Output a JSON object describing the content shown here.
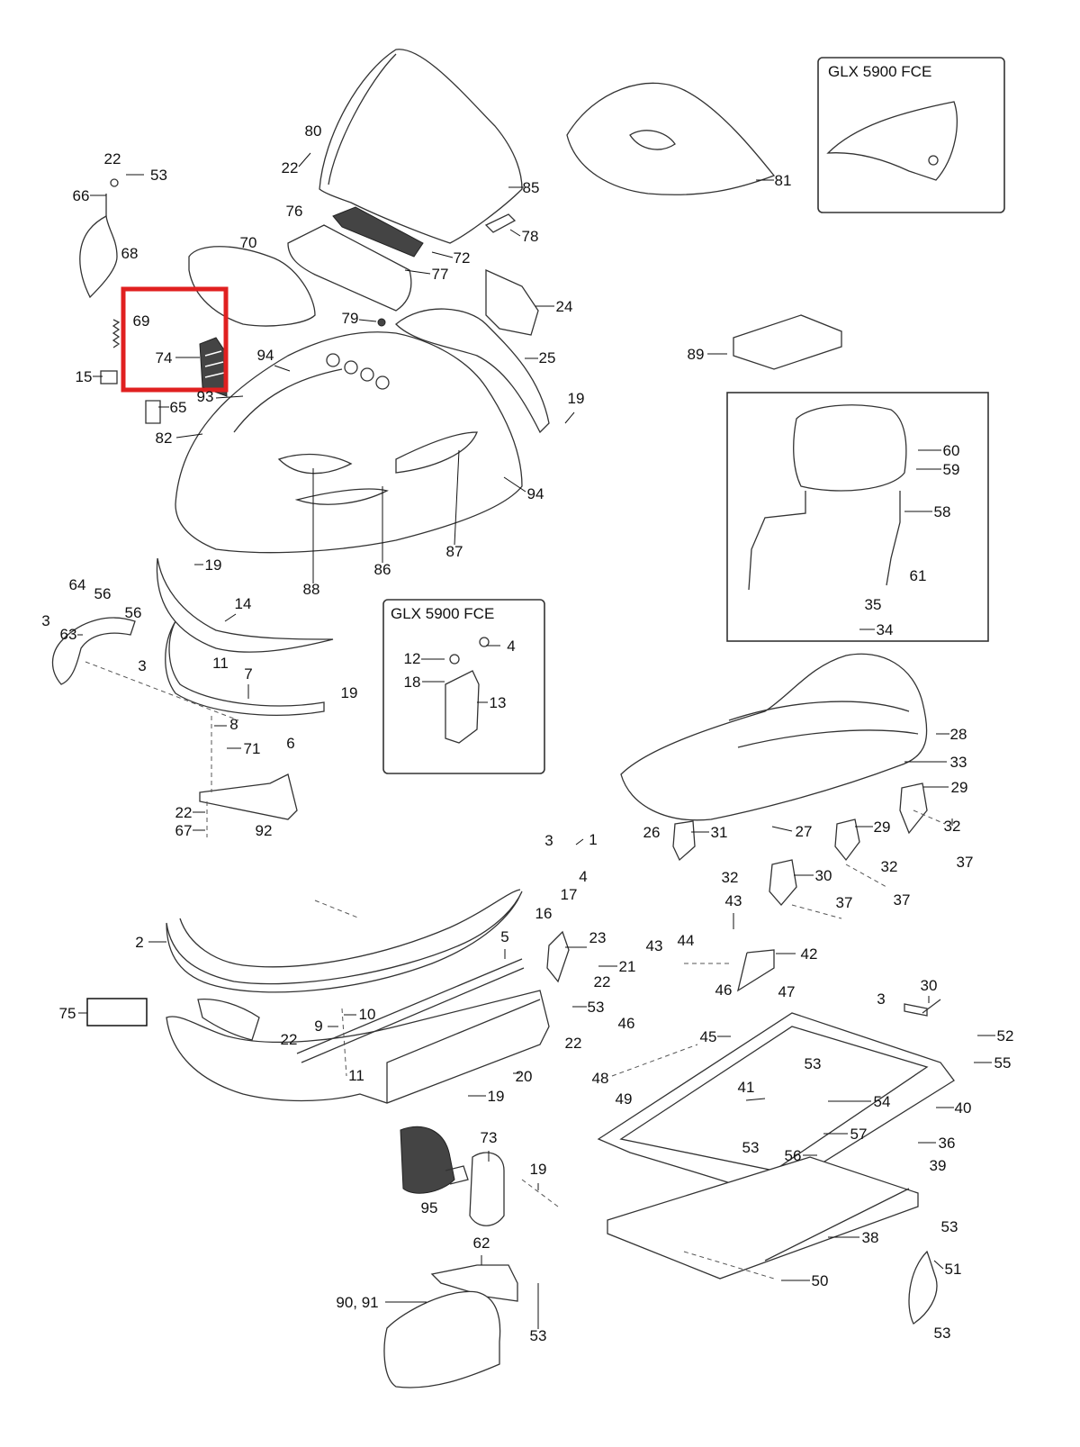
{
  "callouts": [
    {
      "label": "22"
    },
    {
      "label": "53"
    },
    {
      "label": "66"
    },
    {
      "label": "68"
    },
    {
      "label": "69"
    },
    {
      "label": "74"
    },
    {
      "label": "15"
    },
    {
      "label": "65"
    },
    {
      "label": "82"
    },
    {
      "label": "93"
    },
    {
      "label": "94"
    },
    {
      "label": "70"
    },
    {
      "label": "80"
    },
    {
      "label": "22"
    },
    {
      "label": "85"
    },
    {
      "label": "76"
    },
    {
      "label": "72"
    },
    {
      "label": "77"
    },
    {
      "label": "78"
    },
    {
      "label": "81"
    },
    {
      "label": "24"
    },
    {
      "label": "79"
    },
    {
      "label": "25"
    },
    {
      "label": "19"
    },
    {
      "label": "94"
    },
    {
      "label": "88"
    },
    {
      "label": "86"
    },
    {
      "label": "87"
    },
    {
      "label": "89"
    },
    {
      "label": "60"
    },
    {
      "label": "59"
    },
    {
      "label": "58"
    },
    {
      "label": "61"
    },
    {
      "label": "35"
    },
    {
      "label": "34"
    },
    {
      "label": "19"
    },
    {
      "label": "14"
    },
    {
      "label": "64"
    },
    {
      "label": "56"
    },
    {
      "label": "56"
    },
    {
      "label": "3"
    },
    {
      "label": "63"
    },
    {
      "label": "3"
    },
    {
      "label": "11"
    },
    {
      "label": "7"
    },
    {
      "label": "19"
    },
    {
      "label": "8"
    },
    {
      "label": "71"
    },
    {
      "label": "6"
    },
    {
      "label": "22"
    },
    {
      "label": "67"
    },
    {
      "label": "92"
    },
    {
      "label": "12"
    },
    {
      "label": "4"
    },
    {
      "label": "18"
    },
    {
      "label": "13"
    },
    {
      "label": "28"
    },
    {
      "label": "33"
    },
    {
      "label": "29"
    },
    {
      "label": "32"
    },
    {
      "label": "37"
    },
    {
      "label": "26"
    },
    {
      "label": "31"
    },
    {
      "label": "27"
    },
    {
      "label": "29"
    },
    {
      "label": "32"
    },
    {
      "label": "37"
    },
    {
      "label": "32"
    },
    {
      "label": "30"
    },
    {
      "label": "37"
    },
    {
      "label": "3"
    },
    {
      "label": "1"
    },
    {
      "label": "4"
    },
    {
      "label": "17"
    },
    {
      "label": "16"
    },
    {
      "label": "2"
    },
    {
      "label": "5"
    },
    {
      "label": "23"
    },
    {
      "label": "21"
    },
    {
      "label": "22"
    },
    {
      "label": "53"
    },
    {
      "label": "43"
    },
    {
      "label": "43"
    },
    {
      "label": "44"
    },
    {
      "label": "42"
    },
    {
      "label": "46"
    },
    {
      "label": "47"
    },
    {
      "label": "75"
    },
    {
      "label": "10"
    },
    {
      "label": "9"
    },
    {
      "label": "22"
    },
    {
      "label": "11"
    },
    {
      "label": "20"
    },
    {
      "label": "22"
    },
    {
      "label": "46"
    },
    {
      "label": "45"
    },
    {
      "label": "48"
    },
    {
      "label": "49"
    },
    {
      "label": "30"
    },
    {
      "label": "3"
    },
    {
      "label": "52"
    },
    {
      "label": "55"
    },
    {
      "label": "19"
    },
    {
      "label": "53"
    },
    {
      "label": "41"
    },
    {
      "label": "54"
    },
    {
      "label": "40"
    },
    {
      "label": "53"
    },
    {
      "label": "57"
    },
    {
      "label": "56"
    },
    {
      "label": "36"
    },
    {
      "label": "39"
    },
    {
      "label": "73"
    },
    {
      "label": "19"
    },
    {
      "label": "95"
    },
    {
      "label": "38"
    },
    {
      "label": "53"
    },
    {
      "label": "51"
    },
    {
      "label": "62"
    },
    {
      "label": "50"
    },
    {
      "label": "90, 91"
    },
    {
      "label": "53"
    },
    {
      "label": "53"
    }
  ],
  "insets": [
    {
      "title": "GLX 5900 FCE"
    },
    {
      "title": "GLX 5900 FCE"
    }
  ],
  "highlight": {
    "color": "#e02020"
  }
}
